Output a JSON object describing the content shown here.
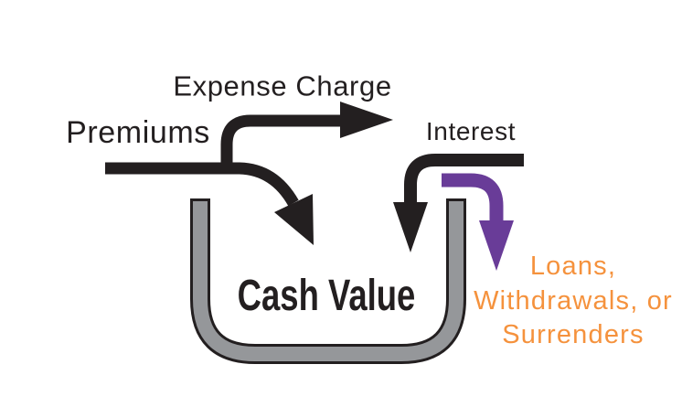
{
  "diagram": {
    "labels": {
      "premiums": "Premiums",
      "expense_charge": "Expense Charge",
      "interest": "Interest",
      "cash_value": "Cash Value",
      "outflow": {
        "line1": "Loans,",
        "line2": "Withdrawals, or",
        "line3": "Surrenders"
      }
    },
    "colors": {
      "arrow_black": "#231F20",
      "outflow_purple": "#693C98",
      "outflow_text_orange": "#F5923D",
      "bucket_gray": "#95979A"
    }
  }
}
